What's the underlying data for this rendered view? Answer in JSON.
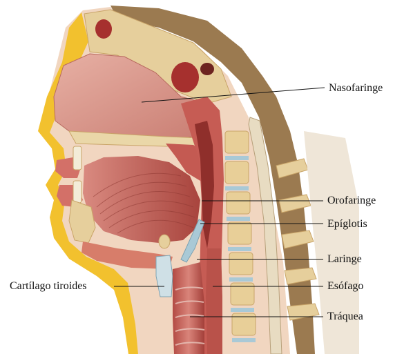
{
  "labels": {
    "nasofaringe": "Nasofaringe",
    "orofaringe": "Orofaringe",
    "epiglotis": "Epíglotis",
    "laringe": "Laringe",
    "cartilago_tiroides": "Cartílago tiroides",
    "esofago": "Esófago",
    "traquea": "Tráquea"
  },
  "colors": {
    "bone": "#e9d3a2",
    "bone_edge": "#c9a468",
    "muscle": "#c9645c",
    "muscle_dark": "#9d3a35",
    "cavity": "#d99a8f",
    "fat": "#f2c12e",
    "skin": "#f4dcc8",
    "hair": "#8a6a45",
    "disc": "#a9c9d6"
  }
}
